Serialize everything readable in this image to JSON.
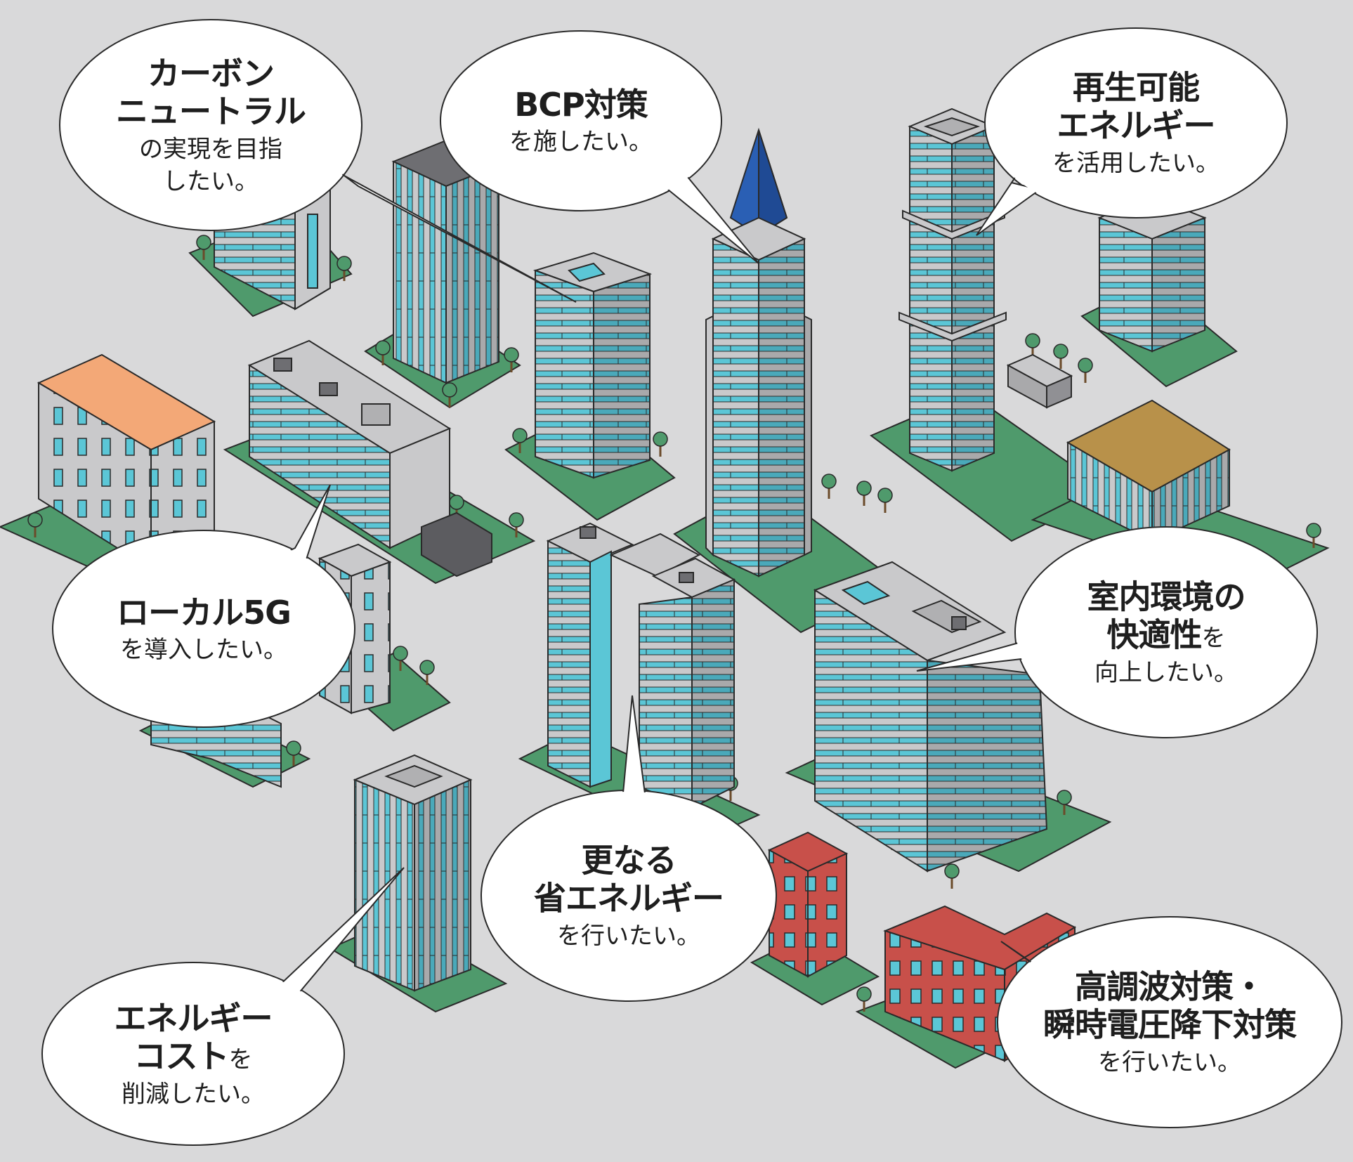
{
  "colors": {
    "background": "#d9d9da",
    "ground": "#4f9a6c",
    "glass": "#5bc6d6",
    "concrete": "#c9c9cb",
    "roof_orange": "#f3a877",
    "roof_gold": "#b8914a",
    "brick_red": "#c8504a",
    "spire_blue": "#2a5fb4",
    "bubble": "#ffffff",
    "outline": "#2a2a2a"
  },
  "bubbles": [
    {
      "key": "carbon-neutral",
      "lines": [
        "カーボン",
        "ニュートラル"
      ],
      "rest": [
        "の実現を目指",
        "したい。"
      ]
    },
    {
      "key": "bcp",
      "lines": [
        "BCP対策"
      ],
      "rest": [
        "を施したい。"
      ]
    },
    {
      "key": "renewable",
      "lines": [
        "再生可能",
        "エネルギー"
      ],
      "rest": [
        "を活用したい。"
      ]
    },
    {
      "key": "local-5g",
      "lines": [
        "ローカル5G"
      ],
      "rest": [
        "を導入したい。"
      ]
    },
    {
      "key": "indoor-comfort",
      "lines": [
        "室内環境の"
      ],
      "inline_big": "快適性",
      "inline_small": "を",
      "rest": [
        "向上したい。"
      ]
    },
    {
      "key": "energy-saving",
      "lines": [
        "更なる",
        "省エネルギー"
      ],
      "rest": [
        "を行いたい。"
      ]
    },
    {
      "key": "energy-cost",
      "lines": [
        "エネルギー"
      ],
      "inline_big": "コスト",
      "inline_small": "を",
      "rest": [
        "削減したい。"
      ]
    },
    {
      "key": "harmonics",
      "lines": [
        "高調波対策・",
        "瞬時電圧降下対策"
      ],
      "rest": [
        "を行いたい。"
      ]
    }
  ]
}
